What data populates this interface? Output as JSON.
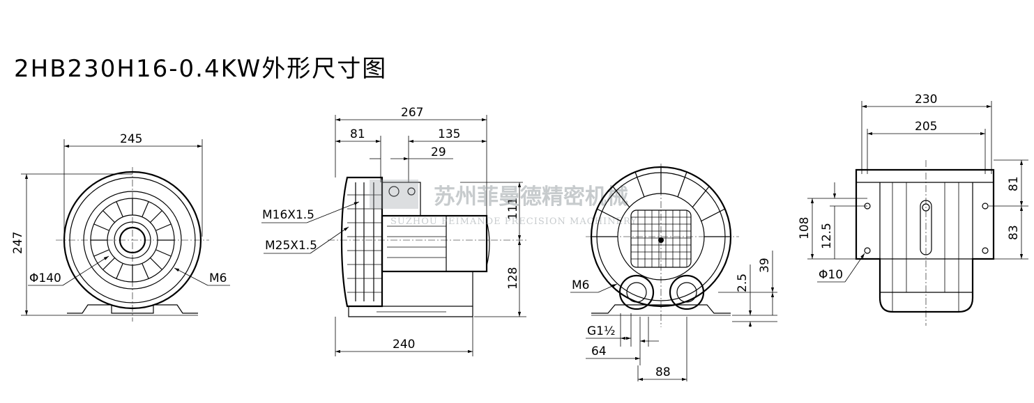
{
  "title": "2HB230H16-0.4KW外形尺寸图",
  "watermark": {
    "cn": "苏州菲曼德精密机械",
    "en": "SUZHOU FEIMANDE PRECISION MACHINERY"
  },
  "front_view": {
    "width": "245",
    "height": "247",
    "flange_dia": "Φ140",
    "bolt": "M6"
  },
  "side_view": {
    "length": "267",
    "d81": "81",
    "d135": "135",
    "d29": "29",
    "d111": "111",
    "d128": "128",
    "base": "240",
    "gland1": "M16X1.5",
    "gland2": "M25X1.5"
  },
  "rear_view": {
    "bolt": "M6",
    "port": "G1½",
    "d64": "64",
    "d88": "88",
    "d39": "39",
    "d25": "2.5"
  },
  "bottom_view": {
    "d230": "230",
    "d205": "205",
    "d81": "81",
    "d83": "83",
    "d108": "108",
    "d125": "12.5",
    "hole": "Φ10"
  }
}
